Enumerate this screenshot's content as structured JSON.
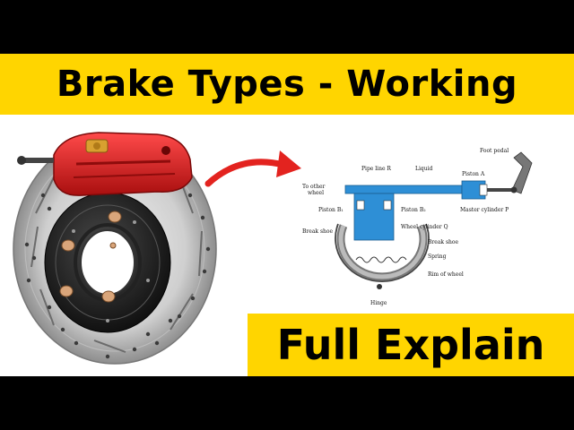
{
  "header": {
    "title": "Brake Types - Working"
  },
  "footer_banner": {
    "text": "Full Explain"
  },
  "diagram": {
    "labels": {
      "foot_pedal": "Foot pedal",
      "pipe_line": "Pipe line R",
      "liquid": "Liquid",
      "piston_a": "Piston A",
      "to_other_wheel_1": "To other",
      "to_other_wheel_2": "wheel",
      "piston_b1": "Piston B₁",
      "piston_b2": "Piston B₂",
      "master_cylinder": "Master cylinder P",
      "wheel_cylinder": "Wheel cylinder Q",
      "break_shoe_left": "Break shoe",
      "break_shoe_right": "Break shoe",
      "spring": "Spring",
      "rim_of_wheel": "Rim of wheel",
      "hinge": "Hinge"
    }
  },
  "colors": {
    "banner": "#ffd500",
    "bars": "#000000",
    "caliper": "#d81e1e",
    "arrow": "#e3231f",
    "fluid": "#2e8fd6"
  },
  "icons": {
    "brake_image": "disc-brake-illustration",
    "arrow": "curved-arrow-icon"
  }
}
